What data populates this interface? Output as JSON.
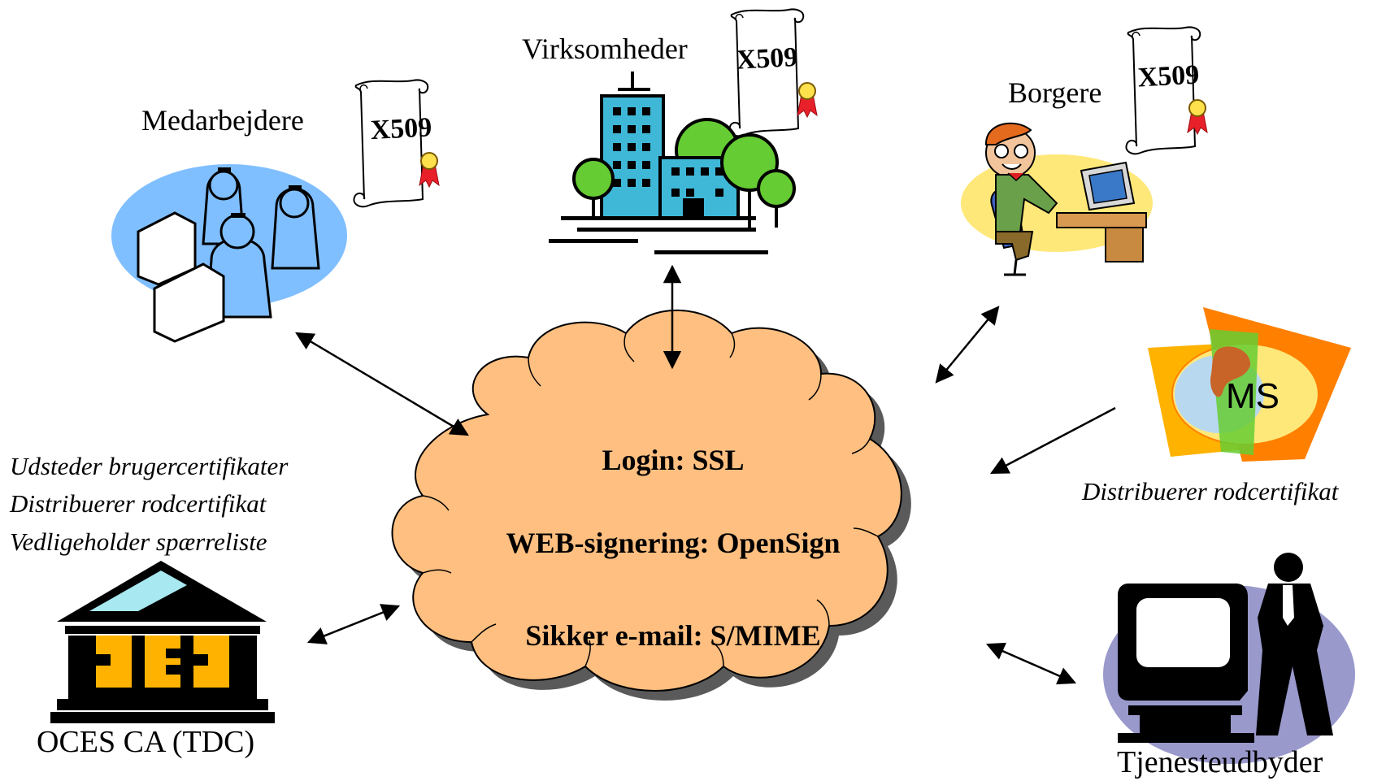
{
  "cloud": {
    "line1": "Login: SSL",
    "line2": "WEB-signering: OpenSign",
    "line3": "Sikker e-mail: S/MIME",
    "fill_color": "#FFBF80"
  },
  "nodes": {
    "virksomheder": {
      "label": "Virksomheder"
    },
    "medarbejdere": {
      "label": "Medarbejdere"
    },
    "borgere": {
      "label": "Borgere"
    },
    "oces": {
      "label": "OCES CA (TDC)"
    },
    "tjenesteudbyder": {
      "label": "Tjenesteudbyder"
    },
    "ms": {
      "badge": "MS",
      "caption": "Distribuerer rodcertifikat"
    }
  },
  "certificate_label": "X509",
  "oces_roles": [
    "Udsteder brugercertifikater",
    "Distribuerer rodcertifikat",
    "Vedligeholder spærreliste"
  ],
  "colors": {
    "building_blue": "#3FB8D8",
    "tree_green": "#66CC33",
    "oces_gold": "#FFB300",
    "ms_orange": "#FF8000",
    "ms_yellow": "#FFB300",
    "medarb_oval": "#80BFFF",
    "tjeneste_oval": "#9999CC",
    "seal_red": "#E8202A"
  }
}
